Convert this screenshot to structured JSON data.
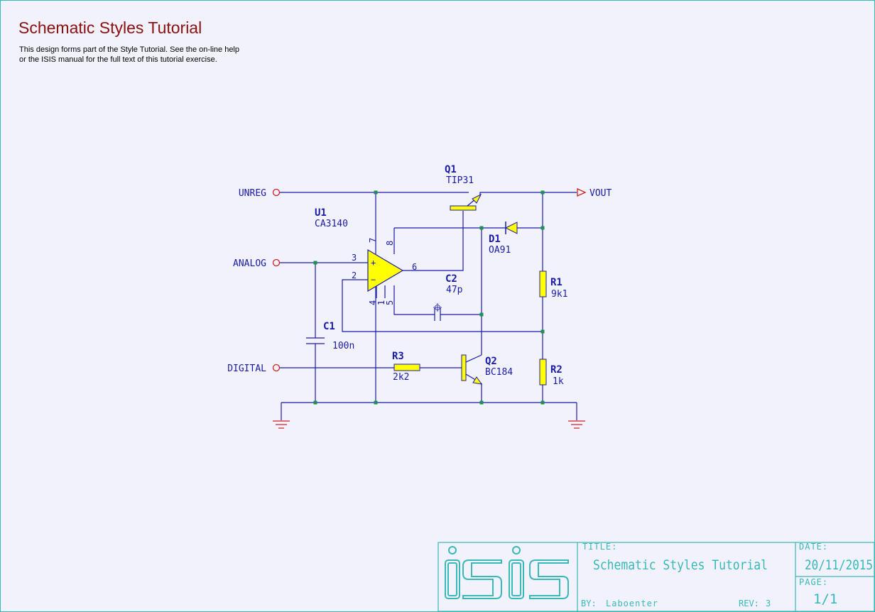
{
  "header": {
    "title": "Schematic Styles Tutorial",
    "description_line1": "This design forms part of the Style Tutorial. See the on-line help",
    "description_line2": "or the ISIS manual for the full text of this tutorial exercise."
  },
  "terminals": {
    "unreg": "UNREG",
    "analog": "ANALOG",
    "digital": "DIGITAL",
    "vout": "VOUT"
  },
  "components": {
    "q1": {
      "ref": "Q1",
      "value": "TIP31"
    },
    "u1": {
      "ref": "U1",
      "value": "CA3140"
    },
    "d1": {
      "ref": "D1",
      "value": "OA91"
    },
    "c2": {
      "ref": "C2",
      "value": "47p"
    },
    "r1": {
      "ref": "R1",
      "value": "9k1"
    },
    "c1": {
      "ref": "C1",
      "value": "100n"
    },
    "r3": {
      "ref": "R3",
      "value": "2k2"
    },
    "q2": {
      "ref": "Q2",
      "value": "BC184"
    },
    "r2": {
      "ref": "R2",
      "value": "1k"
    }
  },
  "pins": {
    "u1_in_plus": "3",
    "u1_in_minus": "2",
    "u1_out": "6",
    "u1_v_plus": "7",
    "u1_strobe": "8",
    "u1_v_minus": "4",
    "u1_null1": "1",
    "u1_null5": "5",
    "plus_sign": "+",
    "minus_sign": "−"
  },
  "title_block": {
    "logo_text": "ISIS",
    "title_label": "TITLE:",
    "title_value": "Schematic Styles Tutorial",
    "date_label": "DATE:",
    "date_value": "20/11/2015",
    "page_label": "PAGE:",
    "page_value": "1/1",
    "by_label": "BY:",
    "by_value": "Laboenter",
    "rev_label": "REV:",
    "rev_value": "3"
  },
  "colors": {
    "background": "#f2f2fc",
    "wire": "#1a1aa8",
    "component_fill": "#ffff00",
    "terminal": "#cc2020",
    "junction": "#1f8f56",
    "border": "#38b8b8",
    "title_text": "#8b1010"
  }
}
